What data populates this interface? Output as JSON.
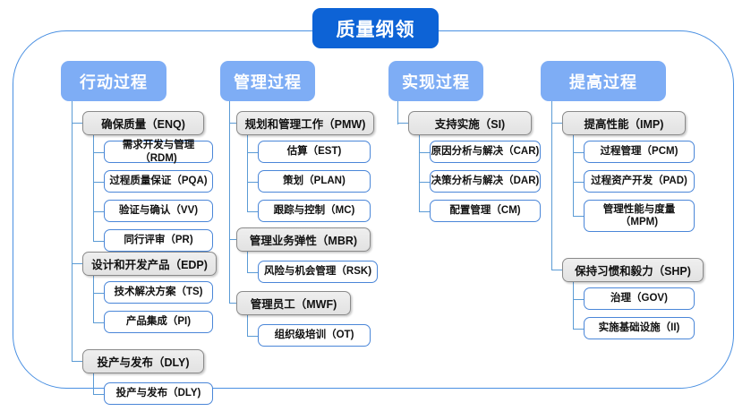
{
  "diagram": {
    "title": "质量纲领",
    "type": "hierarchy-tree",
    "columns": [
      {
        "header": "行动过程",
        "groups": [
          {
            "label": "确保质量（ENQ)",
            "children": [
              "需求开发与管理（RDM)",
              "过程质量保证（PQA)",
              "验证与确认（VV)",
              "同行评审（PR)"
            ]
          },
          {
            "label": "设计和开发产品（EDP)",
            "children": [
              "技术解决方案（TS)",
              "产品集成（PI)"
            ]
          },
          {
            "label": "投产与发布（DLY)",
            "children": [
              "投产与发布（DLY)"
            ]
          }
        ]
      },
      {
        "header": "管理过程",
        "groups": [
          {
            "label": "规划和管理工作（PMW)",
            "children": [
              "估算（EST)",
              "策划（PLAN)",
              "跟踪与控制（MC)"
            ]
          },
          {
            "label": "管理业务弹性（MBR)",
            "children": [
              "风险与机会管理（RSK)"
            ]
          },
          {
            "label": "管理员工（MWF)",
            "children": [
              "组织级培训（OT)"
            ]
          }
        ]
      },
      {
        "header": "实现过程",
        "groups": [
          {
            "label": "支持实施（SI)",
            "children": [
              "原因分析与解决（CAR)",
              "决策分析与解决（DAR)",
              "配置管理（CM)"
            ]
          }
        ]
      },
      {
        "header": "提高过程",
        "groups": [
          {
            "label": "提高性能（IMP)",
            "children": [
              "过程管理（PCM)",
              "过程资产开发（PAD)",
              "管理性能与度量\n（MPM)"
            ]
          },
          {
            "label": "保持习惯和毅力（SHP)",
            "children": [
              "治理（GOV)",
              "实施基础设施（II)"
            ]
          }
        ]
      }
    ]
  },
  "colors": {
    "title_bg": "#0d63d6",
    "header_bg": "#7eadf5",
    "group_bg": "#e8e8e8",
    "group_border": "#8a8a8a",
    "leaf_border": "#4a86d8",
    "connector": "#5b9bd5",
    "frame_border": "#4a90e2",
    "page_bg": "#ffffff"
  }
}
